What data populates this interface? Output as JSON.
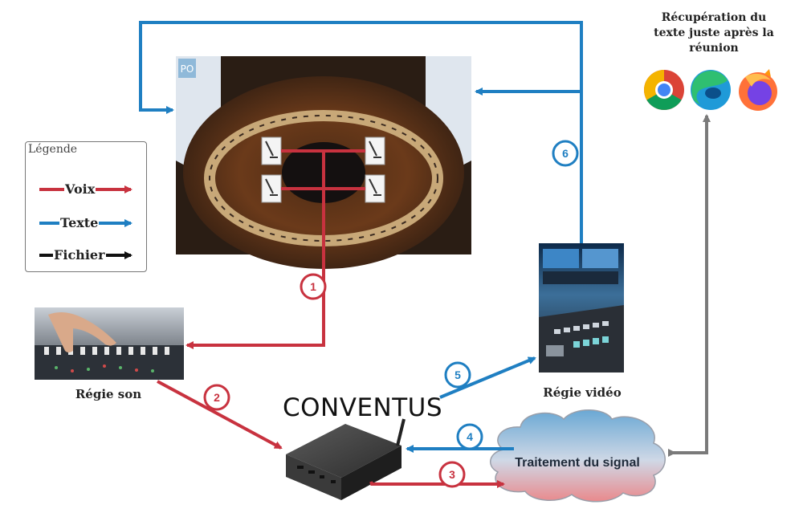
{
  "legend": {
    "title": "Légende",
    "items": [
      {
        "label": "Voix",
        "color": "#c8323f"
      },
      {
        "label": "Texte",
        "color": "#1f7fc2"
      },
      {
        "label": "Fichier",
        "color": "#111111"
      }
    ]
  },
  "nodes": {
    "conference_room": {
      "icon": "council-chamber-photo",
      "badge": "PO"
    },
    "sound_control": {
      "label": "Régie son",
      "icon": "mixing-desk-photo"
    },
    "video_control": {
      "label": "Régie vidéo",
      "icon": "video-switcher-photo"
    },
    "conventus": {
      "label": "CONVENTUS",
      "icon": "mini-pc-box"
    },
    "signal_processing": {
      "label": "Traitement du signal",
      "icon": "cloud-shape"
    },
    "browsers": {
      "caption": [
        "Récupération du",
        "texte juste après la",
        "réunion"
      ],
      "icons": [
        "chrome-icon",
        "edge-icon",
        "firefox-icon"
      ]
    }
  },
  "flows": [
    {
      "step": "1",
      "type": "Voix",
      "from": "conference_room",
      "to": "sound_control"
    },
    {
      "step": "2",
      "type": "Voix",
      "from": "sound_control",
      "to": "conventus"
    },
    {
      "step": "3",
      "type": "Voix",
      "from": "conventus",
      "to": "signal_processing"
    },
    {
      "step": "4",
      "type": "Texte",
      "from": "signal_processing",
      "to": "conventus"
    },
    {
      "step": "5",
      "type": "Texte",
      "from": "conventus",
      "to": "video_control"
    },
    {
      "step": "6",
      "type": "Texte",
      "from": "video_control",
      "to": "conference_room"
    },
    {
      "step": "",
      "type": "Fichier",
      "from": "signal_processing",
      "to": "browsers"
    }
  ],
  "colors": {
    "voice": "#c8323f",
    "text": "#1f7fc2",
    "file": "#7a7a7a",
    "cloud_top": "#6aa8d4",
    "cloud_bottom": "#e9898c"
  }
}
